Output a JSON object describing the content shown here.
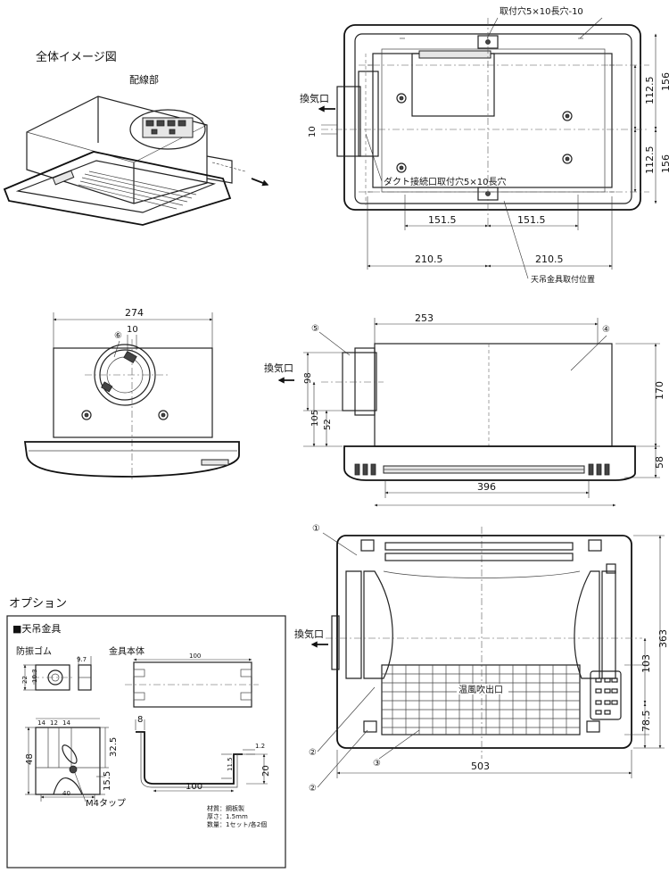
{
  "labels": {
    "image_title": "全体イメージ図",
    "wiring": "配線部",
    "exhaust": "換気口",
    "mount_hole": "取付穴5×10長穴-10",
    "duct_hole": "ダクト接続口取付穴5×10長穴",
    "hanger_pos": "天吊金具取付位置",
    "warm_air": "温風吹出口",
    "option": "オプション",
    "hanger_title": "■天吊金具",
    "rubber": "防振ゴム",
    "body": "金具本体",
    "tap": "M4タップ",
    "mat1": "材質：鋼板製",
    "mat2": "厚さ：1.5mm",
    "mat3": "数量：1セット/各2個"
  },
  "callouts": {
    "c1": "①",
    "c2": "②",
    "c3": "③",
    "c4": "④",
    "c5": "⑤",
    "c6": "⑥"
  },
  "dims": {
    "top": {
      "d112_5a": "112.5",
      "d112_5b": "112.5",
      "d156a": "156",
      "d156b": "156",
      "d10": "10",
      "d151_5a": "151.5",
      "d151_5b": "151.5",
      "d210_5a": "210.5",
      "d210_5b": "210.5"
    },
    "front": {
      "d274": "274",
      "d10": "10"
    },
    "side": {
      "d253": "253",
      "d98": "98",
      "d105": "105",
      "d52": "52",
      "d170": "170",
      "d58": "58",
      "d396": "396"
    },
    "bottom": {
      "d363": "363",
      "d103": "103",
      "d78_5": "78.5",
      "d503": "503"
    },
    "option": {
      "d9_7": "9.7",
      "d22": "22",
      "d10_3": "10.3",
      "d100top": "100",
      "d14a": "14",
      "d12": "12",
      "d14b": "14",
      "d8": "8",
      "d32_5": "32.5",
      "d48": "48",
      "d15_5": "15.5",
      "d40": "40",
      "d100": "100",
      "d1_2": "1.2",
      "d11_5": "11.5",
      "d20": "20"
    }
  }
}
